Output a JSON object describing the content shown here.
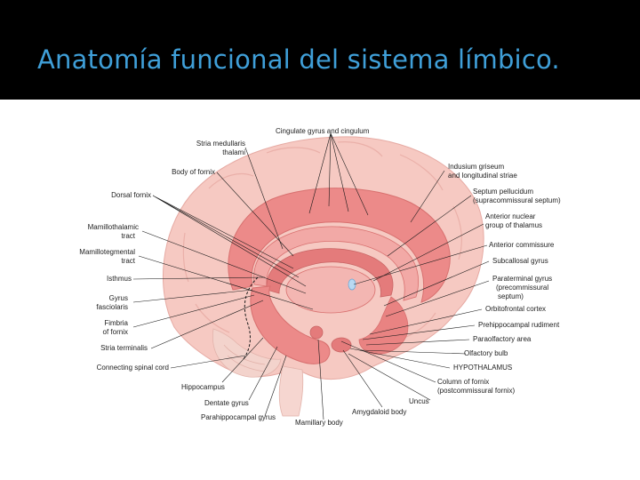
{
  "slide": {
    "title": "Anatomía funcional del sistema límbico.",
    "title_color": "#3f9fd8",
    "background_color": "#000000"
  },
  "diagram": {
    "colors": {
      "cortex": "#f6c9c2",
      "limbic": "#ec8a89",
      "limbic_dark": "#d8706f",
      "label": "#222222",
      "leader": "#1a1a1a"
    },
    "labels": {
      "cingulate_gyrus": "Cingulate gyrus and cingulum",
      "stria_medullaris_1": "Stria medullaris",
      "stria_medullaris_2": "thalami",
      "body_of_fornix": "Body of fornix",
      "dorsal_fornix": "Dorsal fornix",
      "mamillothalamic_1": "Mamillothalamic",
      "mamillothalamic_2": "tract",
      "mamillotegmental_1": "Mamillotegmental",
      "mamillotegmental_2": "tract",
      "isthmus": "Isthmus",
      "gyrus_fasciolaris_1": "Gyrus",
      "gyrus_fasciolaris_2": "fasciolaris",
      "fimbria_1": "Fimbria",
      "fimbria_2": "of fornix",
      "stria_terminalis": "Stria terminalis",
      "connecting_cord": "Connecting spinal cord",
      "hippocampus": "Hippocampus",
      "dentate_gyrus": "Dentate gyrus",
      "parahippocampal_gyrus": "Parahippocampal gyrus",
      "mamillary_body": "Mamillary body",
      "amygdaloid_body": "Amygdaloid body",
      "uncus": "Uncus",
      "indusium_1": "Indusium griseum",
      "indusium_2": "and longitudinal striae",
      "septum_pellucidum_1": "Septum pellucidum",
      "septum_pellucidum_2": "(supracommissural septum)",
      "anterior_nuclear_1": "Anterior nuclear",
      "anterior_nuclear_2": "group of thalamus",
      "anterior_commissure": "Anterior commissure",
      "subcallosal_gyrus": "Subcallosal gyrus",
      "paraterminal_1": "Paraterminal gyrus",
      "paraterminal_2": "(precommissural",
      "paraterminal_3": "septum)",
      "orbitofrontal_cortex": "Orbitofrontal cortex",
      "prehippocampal": "Prehippocampal rudiment",
      "paraolfactory_area": "Paraolfactory area",
      "olfactory_bulb": "Olfactory bulb",
      "hypothalamus": "HYPOTHALAMUS",
      "column_of_fornix_1": "Column of fornix",
      "column_of_fornix_2": "(postcommissural fornix)"
    }
  }
}
